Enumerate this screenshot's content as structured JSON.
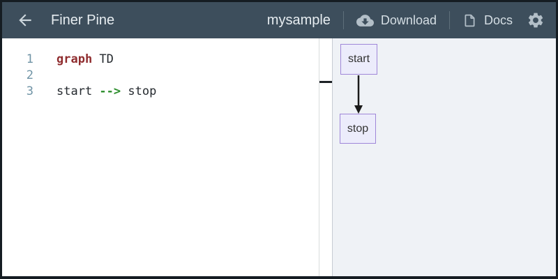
{
  "header": {
    "title": "Finer Pine",
    "document_name": "mysample",
    "download_label": "Download",
    "docs_label": "Docs"
  },
  "editor": {
    "lines": [
      {
        "number": "1",
        "tokens": {
          "keyword": "graph",
          "rest": " TD"
        }
      },
      {
        "number": "2",
        "tokens": {
          "text": ""
        }
      },
      {
        "number": "3",
        "tokens": {
          "from": "start ",
          "arrow": "-->",
          "to": " stop"
        }
      }
    ]
  },
  "diagram": {
    "nodes": [
      {
        "id": "start",
        "label": "start"
      },
      {
        "id": "stop",
        "label": "stop"
      }
    ],
    "edge": {
      "from": "start",
      "to": "stop"
    }
  },
  "colors": {
    "header-bg": "#3d4e5c",
    "header-text": "#d5dee4",
    "line-number": "#6f93a5",
    "code-keyword": "#8f2c2e",
    "code-arrow": "#2d8e2d",
    "code-plain": "#24292e",
    "preview-bg": "#eff2f6",
    "node-fill": "#ececfb",
    "node-border": "#9f86d8"
  }
}
